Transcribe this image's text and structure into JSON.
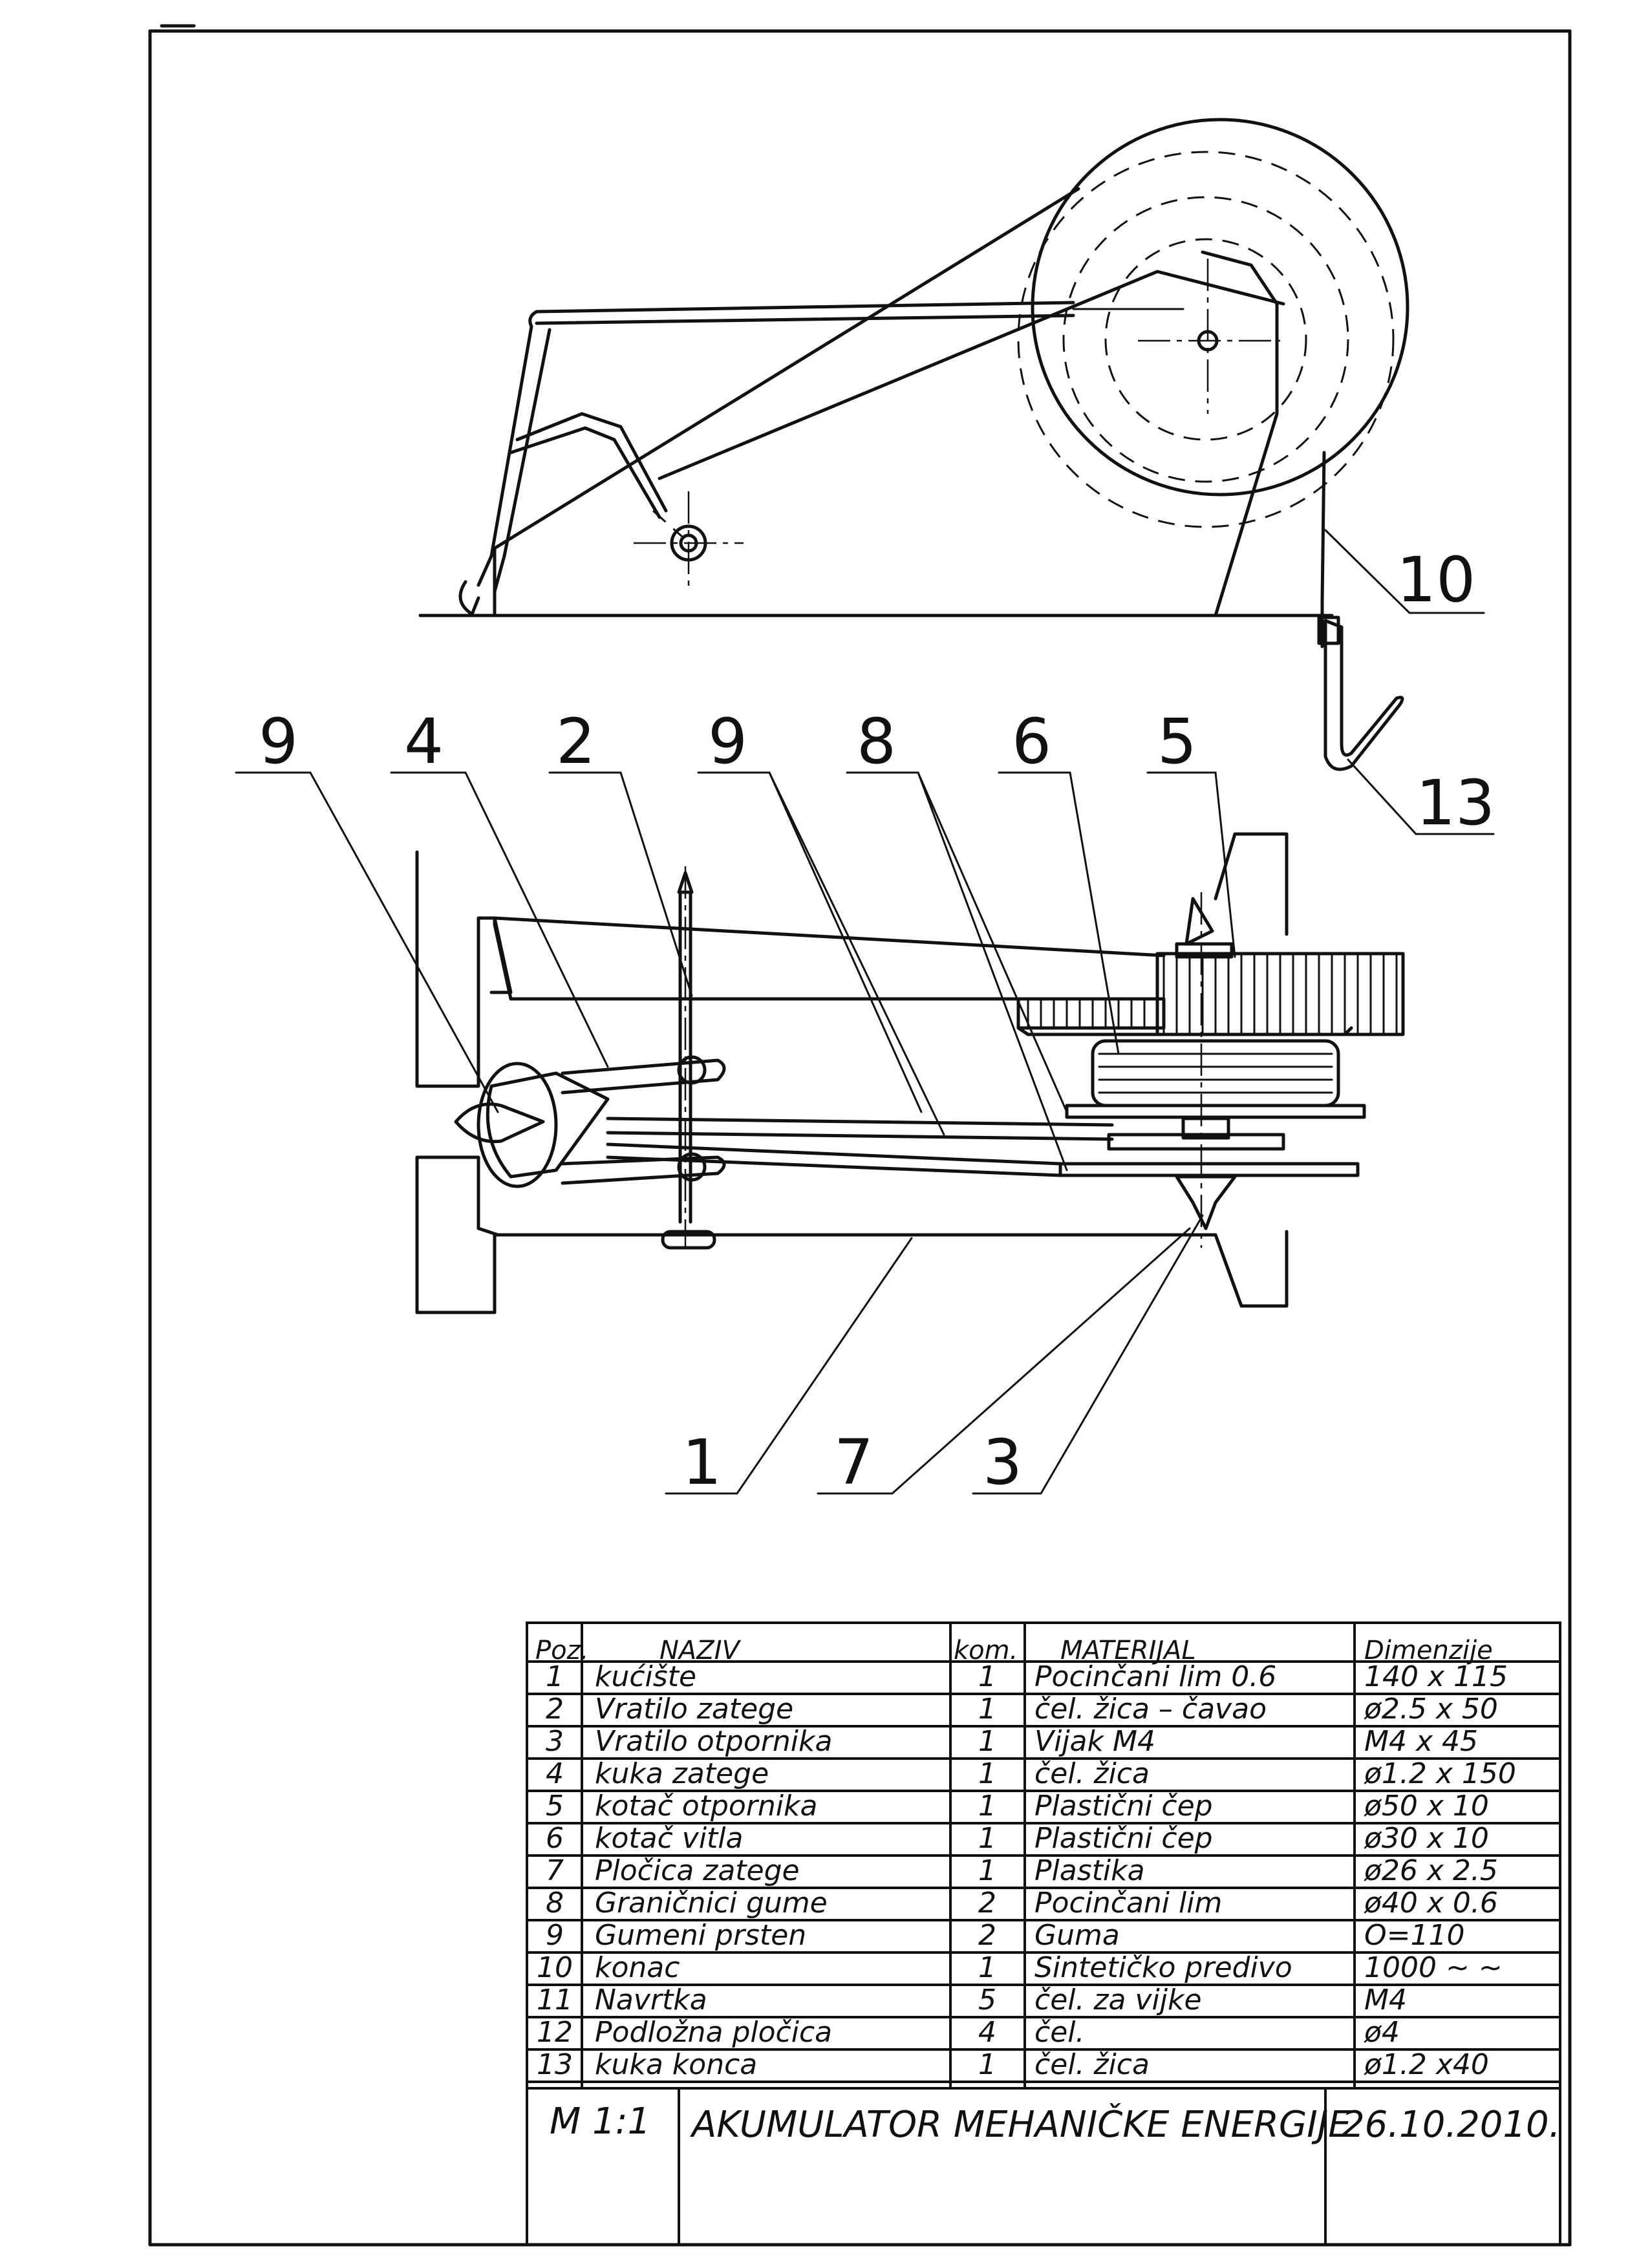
{
  "callouts": {
    "c10": "10",
    "c13": "13",
    "c9a": "9",
    "c4": "4",
    "c2": "2",
    "c9b": "9",
    "c8": "8",
    "c6": "6",
    "c5": "5",
    "c1": "1",
    "c7": "7",
    "c3": "3"
  },
  "parts_table": {
    "headers": [
      "Poz.",
      "NAZIV",
      "kom.",
      "MATERIJAL",
      "Dimenzije"
    ],
    "rows": [
      [
        "1",
        "kućište",
        "1",
        "Pocinčani lim 0.6",
        "140 x 115"
      ],
      [
        "2",
        "Vratilo zatege",
        "1",
        "čel. žica – čavao",
        "ø2.5 x 50"
      ],
      [
        "3",
        "Vratilo otpornika",
        "1",
        "Vijak M4",
        "M4 x 45"
      ],
      [
        "4",
        "kuka zatege",
        "1",
        "čel. žica",
        "ø1.2 x 150"
      ],
      [
        "5",
        "kotač otpornika",
        "1",
        "Plastični čep",
        "ø50 x 10"
      ],
      [
        "6",
        "kotač vitla",
        "1",
        "Plastični čep",
        "ø30 x 10"
      ],
      [
        "7",
        "Pločica zatege",
        "1",
        "Plastika",
        "ø26 x 2.5"
      ],
      [
        "8",
        "Graničnici gume",
        "2",
        "Pocinčani lim",
        "ø40 x 0.6"
      ],
      [
        "9",
        "Gumeni prsten",
        "2",
        "Guma",
        "O=110"
      ],
      [
        "10",
        "konac",
        "1",
        "Sintetičko predivo",
        "1000 ~ ~"
      ],
      [
        "11",
        "Navrtka",
        "5",
        "čel. za vijke",
        "M4"
      ],
      [
        "12",
        "Podložna pločica",
        "4",
        "čel.",
        "ø4"
      ],
      [
        "13",
        "kuka konca",
        "1",
        "čel. žica",
        "ø1.2 x40"
      ]
    ]
  },
  "title_block": {
    "scale": "M 1:1",
    "title": "AKUMULATOR MEHANIČKE ENERGIJE",
    "date": "26.10.2010."
  }
}
